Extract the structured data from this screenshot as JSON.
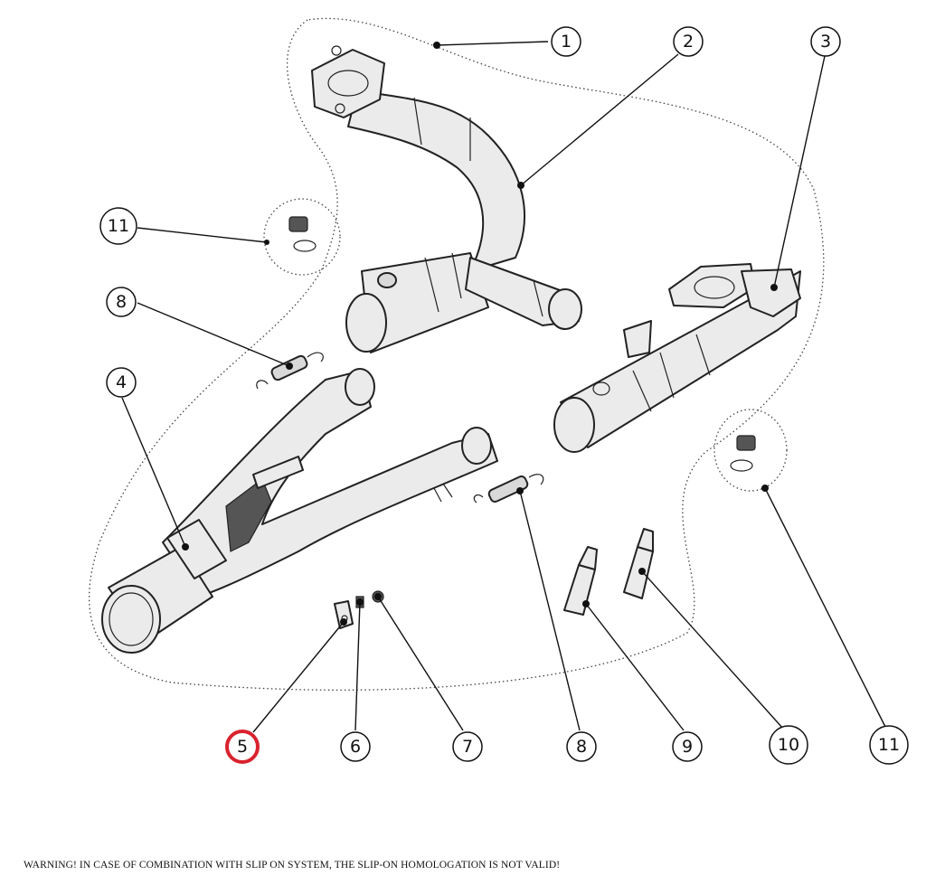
{
  "callouts": [
    {
      "label": "1",
      "highlighted": false
    },
    {
      "label": "2",
      "highlighted": false
    },
    {
      "label": "3",
      "highlighted": false
    },
    {
      "label": "11",
      "highlighted": false
    },
    {
      "label": "8",
      "highlighted": false
    },
    {
      "label": "4",
      "highlighted": false
    },
    {
      "label": "5",
      "highlighted": true
    },
    {
      "label": "6",
      "highlighted": false
    },
    {
      "label": "7",
      "highlighted": false
    },
    {
      "label": "8",
      "highlighted": false
    },
    {
      "label": "9",
      "highlighted": false
    },
    {
      "label": "10",
      "highlighted": false
    },
    {
      "label": "11",
      "highlighted": false
    }
  ],
  "highlight_color": "#d9232e",
  "warning": "WARNING! IN CASE OF COMBINATION WITH SLIP ON SYSTEM, THE SLIP-ON HOMOLOGATION IS NOT VALID!"
}
